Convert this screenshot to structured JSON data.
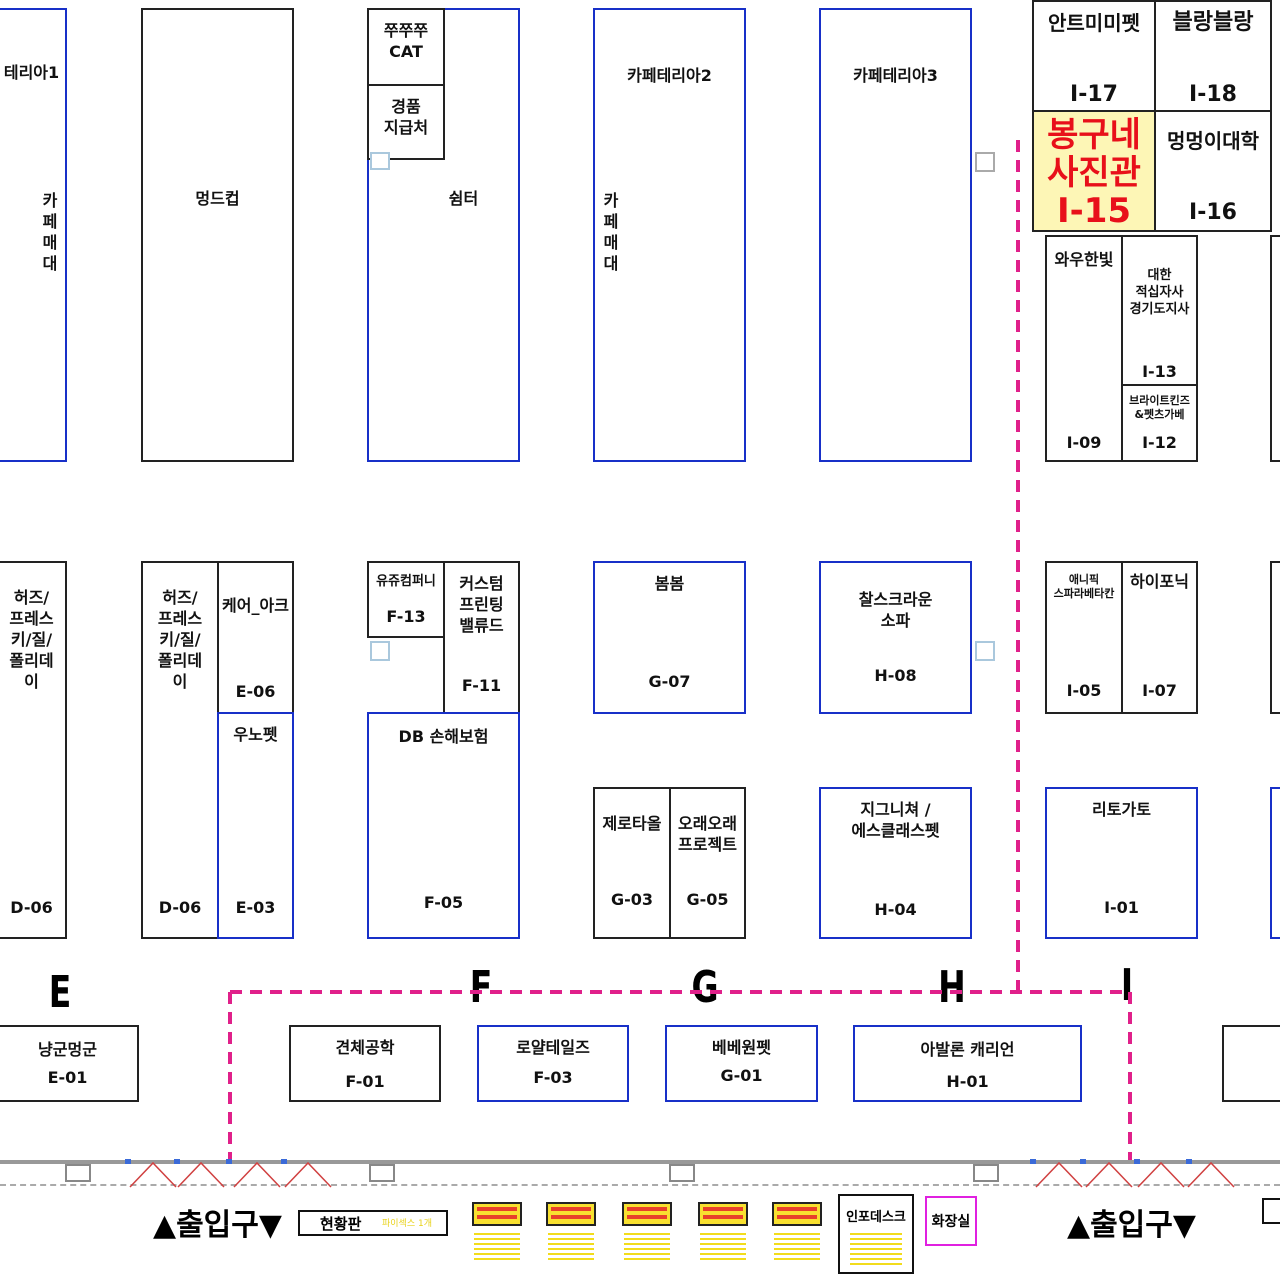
{
  "colors": {
    "booth_border": "#222222",
    "blue_border": "#1830c8",
    "route": "#e0208a",
    "highlight_bg": "#fdf6b6",
    "highlight_text": "#e8101a",
    "restroom": "#e020e0"
  },
  "row1": {
    "cafe1": "테리아1",
    "cafe1_counter": "카\n페\n매\n대",
    "mungdcup": "멍드컵",
    "jjujju": "쭈쭈쭈\nCAT",
    "prize": "경품\n지급처",
    "shelter": "쉼터",
    "cafe2": "카페테리아2",
    "cafe2_counter": "카\n페\n매\n대",
    "cafe3": "카페테리아3"
  },
  "i_zone": {
    "i17_name": "안트미미펫",
    "i17_id": "I-17",
    "i18_name": "블랑블랑",
    "i18_id": "I-18",
    "i15_name": "봉구네\n사진관",
    "i15_id": "I-15",
    "i16_name": "멍멍이대학",
    "i16_id": "I-16",
    "i09_name": "와우한빛",
    "i09_id": "I-09",
    "i13_name": "대한\n적십자사\n경기도지사",
    "i13_id": "I-13",
    "i12_name": "브라이트킨즈\n&펫츠가베",
    "i12_id": "I-12",
    "i05_name": "애니픽\n스파라베타칸",
    "i05_id": "I-05",
    "i07_name": "하이포닉",
    "i07_id": "I-07",
    "i01_name": "리토가토",
    "i01_id": "I-01"
  },
  "row2": {
    "d06a_name": "허즈/\n프레스\n키/질/\n폴리데\n이",
    "d06a_id": "D-06",
    "d06b_name": "허즈/\n프레스\n키/질/\n폴리데\n이",
    "d06b_id": "D-06",
    "e06_name": "케어_아크",
    "e06_id": "E-06",
    "e03_name": "우노펫",
    "e03_id": "E-03",
    "f13_name": "유쥬컴퍼니",
    "f13_id": "F-13",
    "f11_name": "커스텀\n프린팅\n밸류드",
    "f11_id": "F-11",
    "f05_name": "DB 손해보험",
    "f05_id": "F-05",
    "g07_name": "봄봄",
    "g07_id": "G-07",
    "g03_name": "제로타올",
    "g03_id": "G-03",
    "g05_name": "오래오래\n프로젝트",
    "g05_id": "G-05",
    "h08_name": "찰스크라운\n소파",
    "h08_id": "H-08",
    "h04_name": "지그니쳐 /\n에스클래스펫",
    "h04_id": "H-04"
  },
  "hall_letters": [
    "E",
    "F",
    "G",
    "H",
    "I"
  ],
  "row3": {
    "e01_name": "냥군멍군",
    "e01_id": "E-01",
    "f01_name": "견체공학",
    "f01_id": "F-01",
    "f03_name": "로얄테일즈",
    "f03_id": "F-03",
    "g01_name": "베베원펫",
    "g01_id": "G-01",
    "h01_name": "아발론 캐리언",
    "h01_id": "H-01"
  },
  "bottom": {
    "entrance_left": "▲출입구▼",
    "entrance_right": "▲출입구▼",
    "status_board": "현황판",
    "status_note": "파이섹스 1개",
    "info_desk": "인포데스크",
    "restroom": "화장실"
  }
}
